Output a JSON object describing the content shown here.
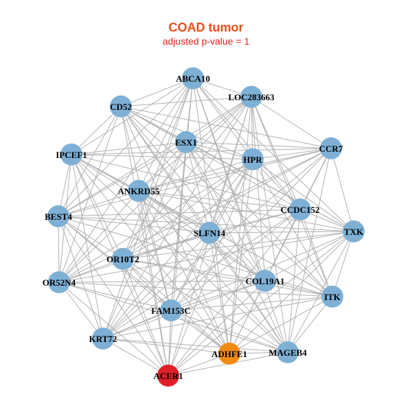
{
  "title": "COAD tumor",
  "subtitle": "adjusted p-value = 1",
  "colors": {
    "title": "#e8501a",
    "subtitle": "#e8201a",
    "edge": "#b0b0b0",
    "node_default": "#7eb0d5",
    "node_label": "#000000"
  },
  "nodes": [
    {
      "id": "ABCA10",
      "color": "#7eb0d5"
    },
    {
      "id": "LOC283663",
      "color": "#7eb0d5"
    },
    {
      "id": "CD52",
      "color": "#7eb0d5"
    },
    {
      "id": "ESX1",
      "color": "#7eb0d5"
    },
    {
      "id": "HPR",
      "color": "#7eb0d5"
    },
    {
      "id": "CCR7",
      "color": "#7eb0d5"
    },
    {
      "id": "IPCEF1",
      "color": "#7eb0d5"
    },
    {
      "id": "ANKRD55",
      "color": "#7eb0d5"
    },
    {
      "id": "CCDC152",
      "color": "#7eb0d5"
    },
    {
      "id": "BEST4",
      "color": "#7eb0d5"
    },
    {
      "id": "SLFN14",
      "color": "#7eb0d5"
    },
    {
      "id": "TXK",
      "color": "#7eb0d5"
    },
    {
      "id": "OR10T2",
      "color": "#7eb0d5"
    },
    {
      "id": "OR52N4",
      "color": "#7eb0d5"
    },
    {
      "id": "COL19A1",
      "color": "#7eb0d5"
    },
    {
      "id": "ITK",
      "color": "#7eb0d5"
    },
    {
      "id": "FAM153C",
      "color": "#7eb0d5"
    },
    {
      "id": "KRT72",
      "color": "#7eb0d5"
    },
    {
      "id": "ADHFE1",
      "color": "#f28a10"
    },
    {
      "id": "MAGEB4",
      "color": "#7eb0d5"
    },
    {
      "id": "ACER1",
      "color": "#e01f26"
    }
  ]
}
